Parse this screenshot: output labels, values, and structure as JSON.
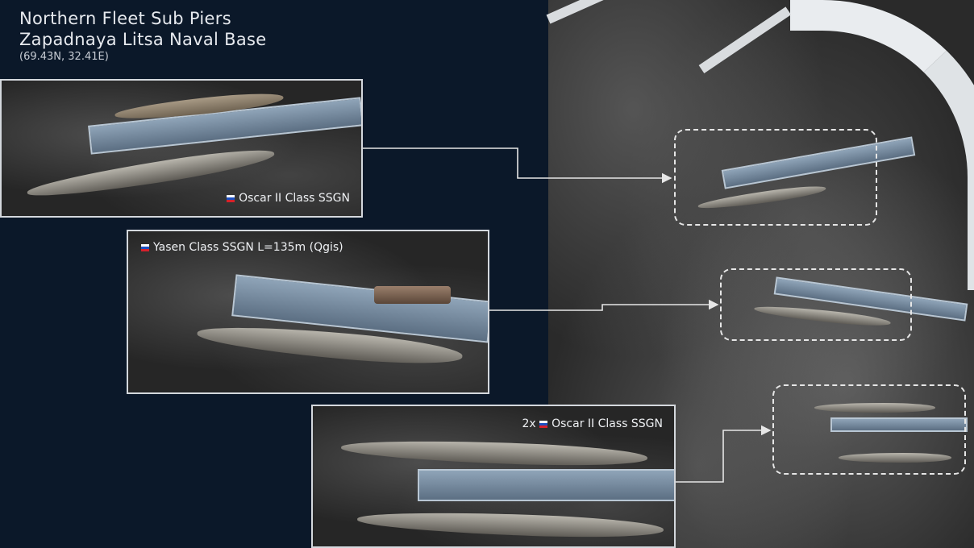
{
  "title": {
    "line1": "Northern Fleet Sub Piers",
    "line2": "Zapadnaya Litsa Naval Base",
    "coords": "(69.43N, 32.41E)"
  },
  "insets": [
    {
      "label": "Oscar II Class SSGN",
      "flag": "russia-flag-icon"
    },
    {
      "label": "Yasen Class SSGN L=135m (Qgis)",
      "flag": "russia-flag-icon"
    },
    {
      "prefix": "2x",
      "label": "Oscar II Class SSGN",
      "flag": "russia-flag-icon"
    }
  ],
  "colors": {
    "background": "#0b1829",
    "frame": "#d4d8dd",
    "callout": "#e6e6e6"
  }
}
